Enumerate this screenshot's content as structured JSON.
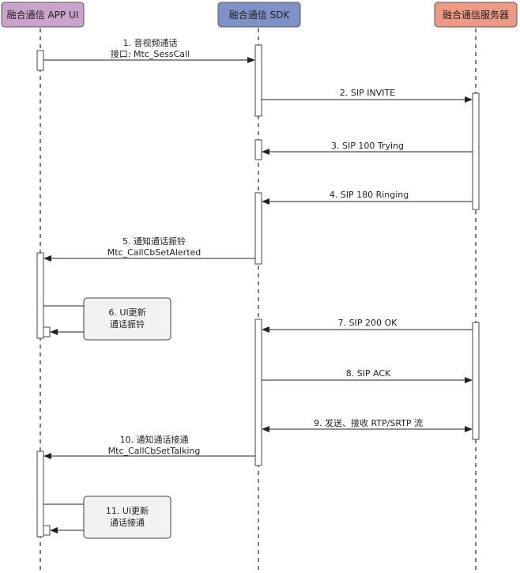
{
  "participants": [
    {
      "label": "融合通信 APP UI",
      "color": "#c9a3cc"
    },
    {
      "label": "融合通信 SDK",
      "color": "#7e92c7"
    },
    {
      "label": "融合通信服务器",
      "color": "#ec9a86"
    }
  ],
  "messages": [
    {
      "lines": [
        "1. 音视频通话",
        "接口: Mtc_SessCall"
      ]
    },
    {
      "lines": [
        "2. SIP INVITE"
      ]
    },
    {
      "lines": [
        "3. SIP 100 Trying"
      ]
    },
    {
      "lines": [
        "4. SIP 180 Ringing"
      ]
    },
    {
      "lines": [
        "5. 通知通话振铃",
        "Mtc_CallCbSetAlerted"
      ]
    },
    {
      "lines": [
        "7. SIP 200 OK"
      ]
    },
    {
      "lines": [
        "8. SIP ACK"
      ]
    },
    {
      "lines": [
        "9. 发送、接收 RTP/SRTP 流"
      ]
    },
    {
      "lines": [
        "10. 通知通话接通",
        "Mtc_CallCbSetTalking"
      ]
    }
  ],
  "notes": [
    {
      "lines": [
        "6. UI更新",
        "通话振铃"
      ]
    },
    {
      "lines": [
        "11. UI更新",
        "通话接通"
      ]
    }
  ]
}
